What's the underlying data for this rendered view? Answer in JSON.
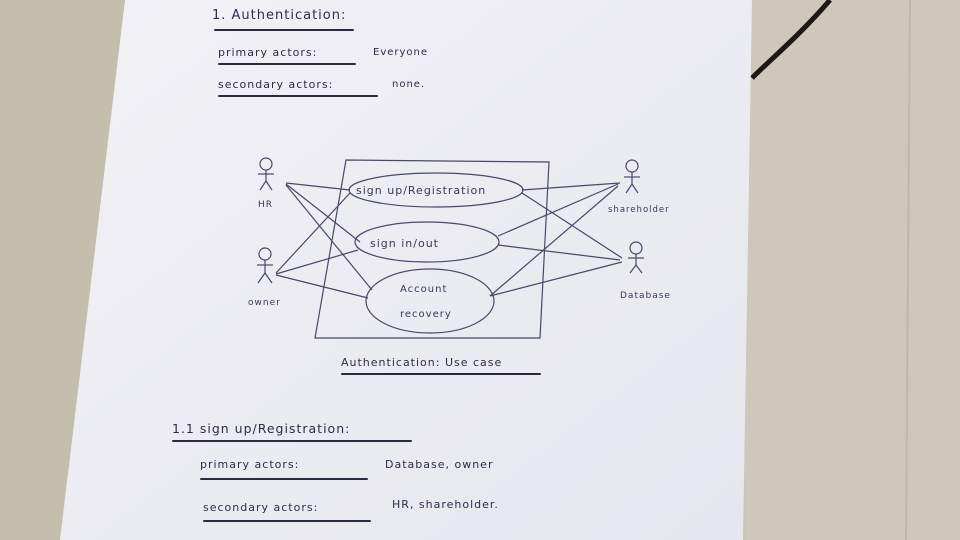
{
  "section": {
    "heading": "1. Authentication:",
    "primary_label": "primary actors:",
    "primary_value": "Everyone",
    "secondary_label": "secondary actors:",
    "secondary_value": "none."
  },
  "diagram": {
    "caption": "Authentication: Use case",
    "use_cases": [
      "sign up/Registration",
      "sign in/out",
      "Account",
      "recovery"
    ],
    "actors": [
      "HR",
      "owner",
      "shareholder",
      "Database"
    ]
  },
  "subsection": {
    "heading": "1.1 sign up/Registration:",
    "primary_label": "primary actors:",
    "primary_value": "Database, owner",
    "secondary_label": "secondary actors:",
    "secondary_value": "HR, shareholder."
  },
  "colors": {
    "ink": "#2e2c48",
    "paper": "#f3f3f7",
    "floor": "#cdc7b8",
    "cable": "#1c1814"
  }
}
